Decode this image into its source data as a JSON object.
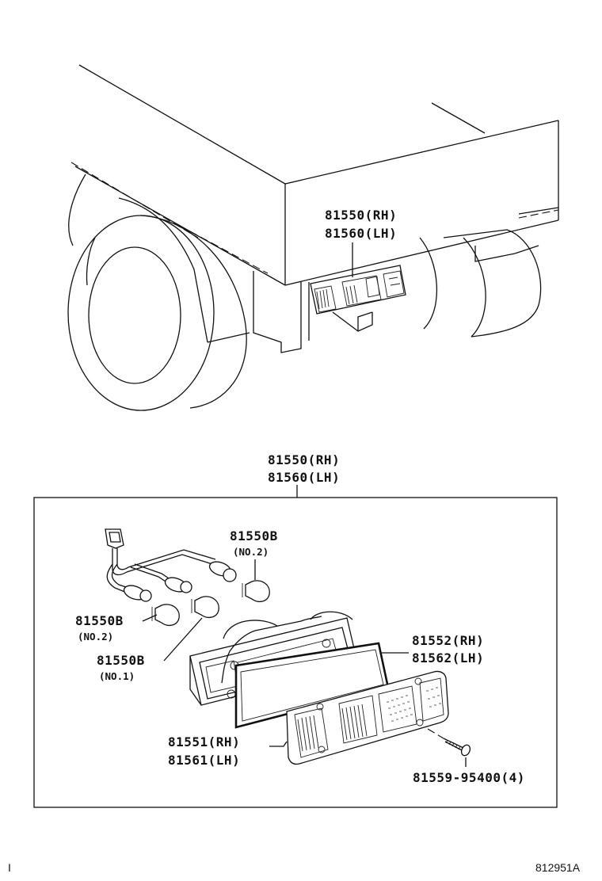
{
  "vehicle_callout": {
    "rh": "81550(RH)",
    "lh": "81560(LH)"
  },
  "assembly_callout": {
    "rh": "81550(RH)",
    "lh": "81560(LH)"
  },
  "parts": {
    "bulb_no2_upper": {
      "part": "81550B",
      "note": "(NO.2)"
    },
    "bulb_no2_lower": {
      "part": "81550B",
      "note": "(NO.2)"
    },
    "bulb_no1": {
      "part": "81550B",
      "note": "(NO.1)"
    },
    "gasket": {
      "rh": "81552(RH)",
      "lh": "81562(LH)"
    },
    "lens": {
      "rh": "81551(RH)",
      "lh": "81561(LH)"
    },
    "screw": {
      "part": "81559-95400(4)"
    }
  },
  "footer": {
    "left_mark": "I",
    "diagram_code": "812951A"
  }
}
